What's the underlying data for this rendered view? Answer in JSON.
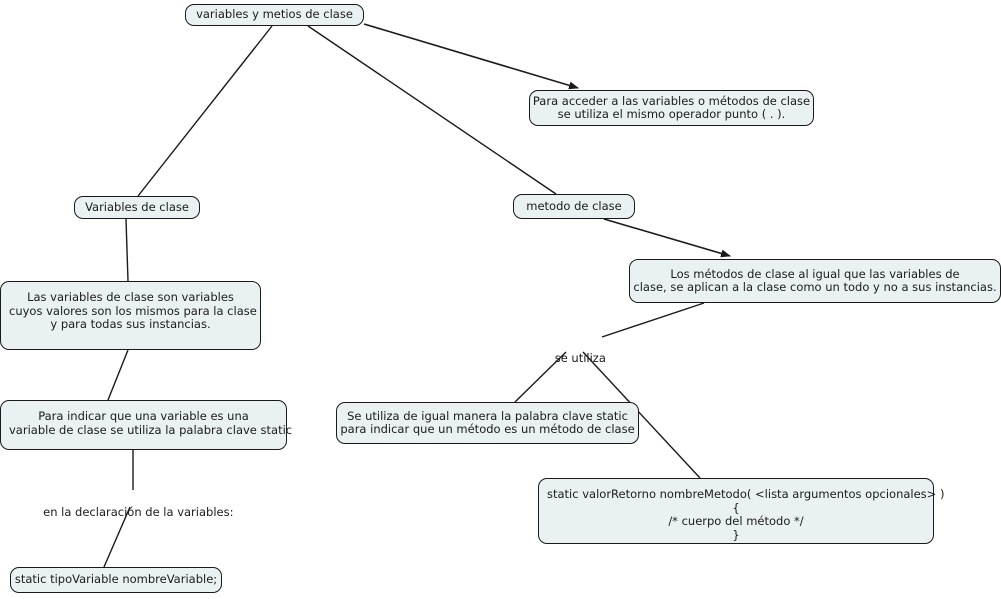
{
  "diagram": {
    "type": "concept-map",
    "title_node": "variables y metios de clase",
    "background_color": "#ffffff",
    "node_fill_color": "#eaf1f3",
    "node_border_color": "#1a1a1a",
    "edge_color": "#1a1a1a",
    "text_color": "#1b1b1b"
  },
  "nodes": {
    "root": {
      "text": "variables y metios de clase"
    },
    "acceso": {
      "text": "Para acceder a las variables o métodos de clase\nse utiliza el mismo operador punto ( . )."
    },
    "variables_de_clase": {
      "text": "Variables de clase"
    },
    "metodo_de_clase": {
      "text": "metodo de clase"
    },
    "def_variables": {
      "text": "Las variables de clase son variables\ncuyos valores son los mismos para la clase\ny para todas sus instancias."
    },
    "def_metodos": {
      "text": "Los métodos de clase al igual que las variables de\nclase, se aplican a la clase como un todo y no a sus instancias."
    },
    "indicar_variable": {
      "text": "Para indicar que una variable es una\nvariable de clase se utiliza la palabra clave static"
    },
    "declaracion_label": {
      "text": "en la declaración de la variables:"
    },
    "sintaxis_variable": {
      "text": "static tipoVariable nombreVariable;"
    },
    "se_utiliza_label": {
      "text": "se utiliza"
    },
    "igual_manera": {
      "text": "Se utiliza de igual manera la palabra clave static\npara indicar que un método es un método de clase"
    },
    "sintaxis_metodo": {
      "text": "static valorRetorno nombreMetodo( <lista argumentos opcionales> )\n{\n/* cuerpo del método */\n}"
    }
  },
  "edges": [
    {
      "from": "root",
      "to": "acceso",
      "arrow": true
    },
    {
      "from": "root",
      "to": "variables_de_clase",
      "arrow": false
    },
    {
      "from": "root",
      "to": "metodo_de_clase",
      "arrow": false
    },
    {
      "from": "variables_de_clase",
      "to": "def_variables",
      "arrow": false
    },
    {
      "from": "def_variables",
      "to": "indicar_variable",
      "arrow": false
    },
    {
      "from": "indicar_variable",
      "to": "declaracion_label",
      "arrow": false
    },
    {
      "from": "declaracion_label",
      "to": "sintaxis_variable",
      "arrow": false
    },
    {
      "from": "metodo_de_clase",
      "to": "def_metodos",
      "arrow": true
    },
    {
      "from": "def_metodos",
      "to": "se_utiliza_label",
      "arrow": false
    },
    {
      "from": "se_utiliza_label",
      "to": "igual_manera",
      "arrow": false
    },
    {
      "from": "se_utiliza_label",
      "to": "sintaxis_metodo",
      "arrow": false
    }
  ]
}
